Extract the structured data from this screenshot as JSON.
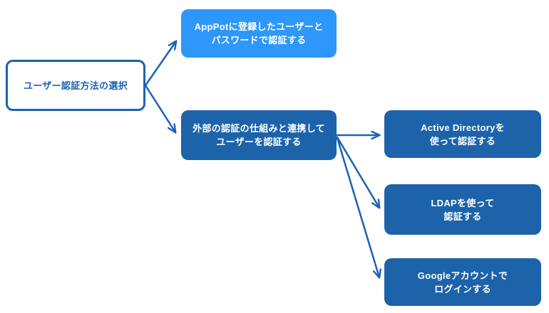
{
  "diagram": {
    "type": "flowchart",
    "nodes": [
      {
        "id": "auth-method-selection",
        "style": "outline",
        "lines": [
          "ユーザー認証方法の選択"
        ]
      },
      {
        "id": "apppot-user-password",
        "style": "bright",
        "lines": [
          "AppPotに登録したユーザーと",
          "パスワードで認証する"
        ]
      },
      {
        "id": "external-auth-link",
        "style": "dark",
        "lines": [
          "外部の認証の仕組みと連携して",
          "ユーザーを認証する"
        ]
      },
      {
        "id": "active-directory-auth",
        "style": "dark",
        "lines": [
          "Active Directoryを",
          "使って認証する"
        ]
      },
      {
        "id": "ldap-auth",
        "style": "dark",
        "lines": [
          "LDAPを使って",
          "認証する"
        ]
      },
      {
        "id": "google-account-login",
        "style": "dark",
        "lines": [
          "Googleアカウントで",
          "ログインする"
        ]
      }
    ],
    "edges": [
      {
        "from": "auth-method-selection",
        "to": "apppot-user-password"
      },
      {
        "from": "auth-method-selection",
        "to": "external-auth-link"
      },
      {
        "from": "external-auth-link",
        "to": "active-directory-auth"
      },
      {
        "from": "external-auth-link",
        "to": "ldap-auth"
      },
      {
        "from": "external-auth-link",
        "to": "google-account-login"
      }
    ],
    "colors": {
      "bright_blue": "#2D97FA",
      "dark_blue": "#1C63A9",
      "outline_blue": "#1C62B2",
      "arrow_blue": "#1C62B2",
      "background": "#FFFFFF",
      "text_on_fill": "#FFFFFF"
    }
  }
}
